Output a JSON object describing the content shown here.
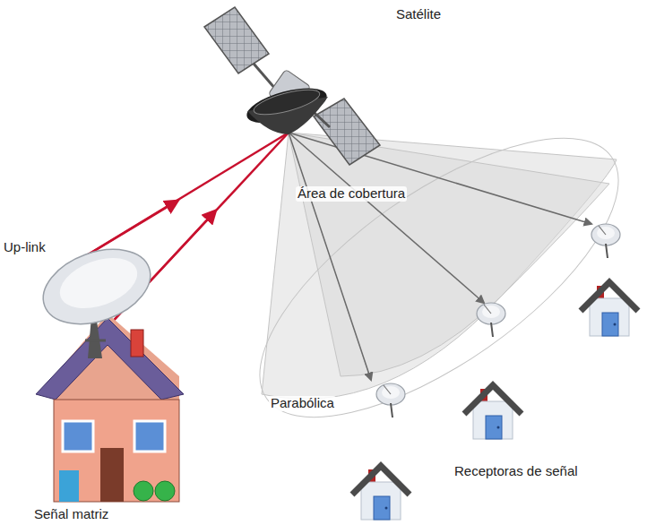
{
  "diagram": {
    "labels": [
      "Satélite",
      "Área de cobertura",
      "Up-link",
      "Parabólica",
      "Receptoras de señal",
      "Señal matriz"
    ]
  }
}
